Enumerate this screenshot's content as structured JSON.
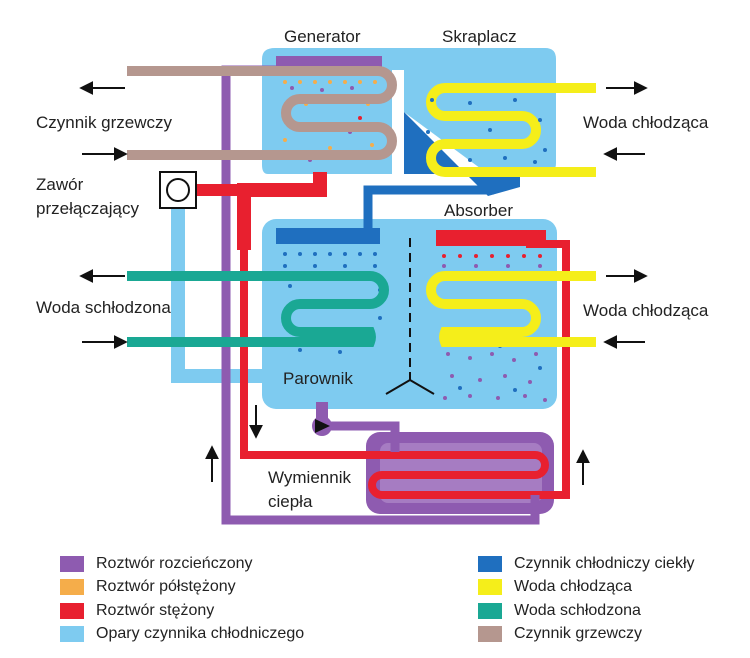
{
  "labels": {
    "generator": "Generator",
    "condenser": "Skraplacz",
    "absorber": "Absorber",
    "evaporator": "Parownik",
    "heat_exchanger_line1": "Wymiennik",
    "heat_exchanger_line2": "ciepła",
    "valve_line1": "Zawór",
    "valve_line2": "przełączający",
    "heating_medium": "Czynnik grzewczy",
    "cooling_water_top": "Woda chłodząca",
    "cooling_water_mid": "Woda chłodząca",
    "chilled_water": "Woda schłodzona"
  },
  "legend": {
    "left": [
      {
        "label": "Roztwór rozcieńczony",
        "color": "#8e5bb0"
      },
      {
        "label": "Roztwór półstężony",
        "color": "#f5ad4a"
      },
      {
        "label": "Roztwór stężony",
        "color": "#e8202f"
      },
      {
        "label": "Opary czynnika chłodniczego",
        "color": "#7ecbf0"
      }
    ],
    "right": [
      {
        "label": "Czynnik chłodniczy ciekły",
        "color": "#1f6fbf"
      },
      {
        "label": "Woda chłodząca",
        "color": "#f5ee1a"
      },
      {
        "label": "Woda schłodzona",
        "color": "#1aa894"
      },
      {
        "label": "Czynnik grzewczy",
        "color": "#b5978f"
      }
    ]
  }
}
